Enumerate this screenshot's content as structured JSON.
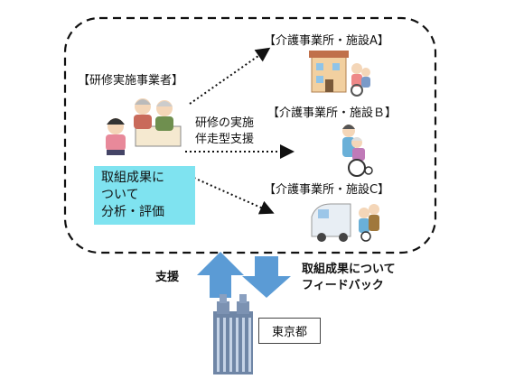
{
  "trainer_label": "【研修実施事業者】",
  "support_method": [
    "研修の実施",
    "伴走型支援"
  ],
  "analysis_box": [
    "取組成果に",
    "ついて",
    "分析・評価"
  ],
  "facility_a": "【介護事業所・施設A】",
  "facility_b": "【介護事業所・施設Ｂ】",
  "facility_c": "【介護事業所・施設C】",
  "support_label": "支援",
  "feedback_label": [
    "取組成果について",
    "フィードバック"
  ],
  "tokyo_label": "東京都",
  "colors": {
    "arrow_blue": "#5b9bd5",
    "analysis_box": "#7fe3f0",
    "dashed_border": "#111111"
  },
  "icons": [
    "trainer-people-icon",
    "care-facility-building-icon",
    "wheelchair-caregiver-icon",
    "car-caregiver-icon",
    "tokyo-government-building-icon",
    "up-arrow-icon",
    "down-arrow-icon"
  ]
}
